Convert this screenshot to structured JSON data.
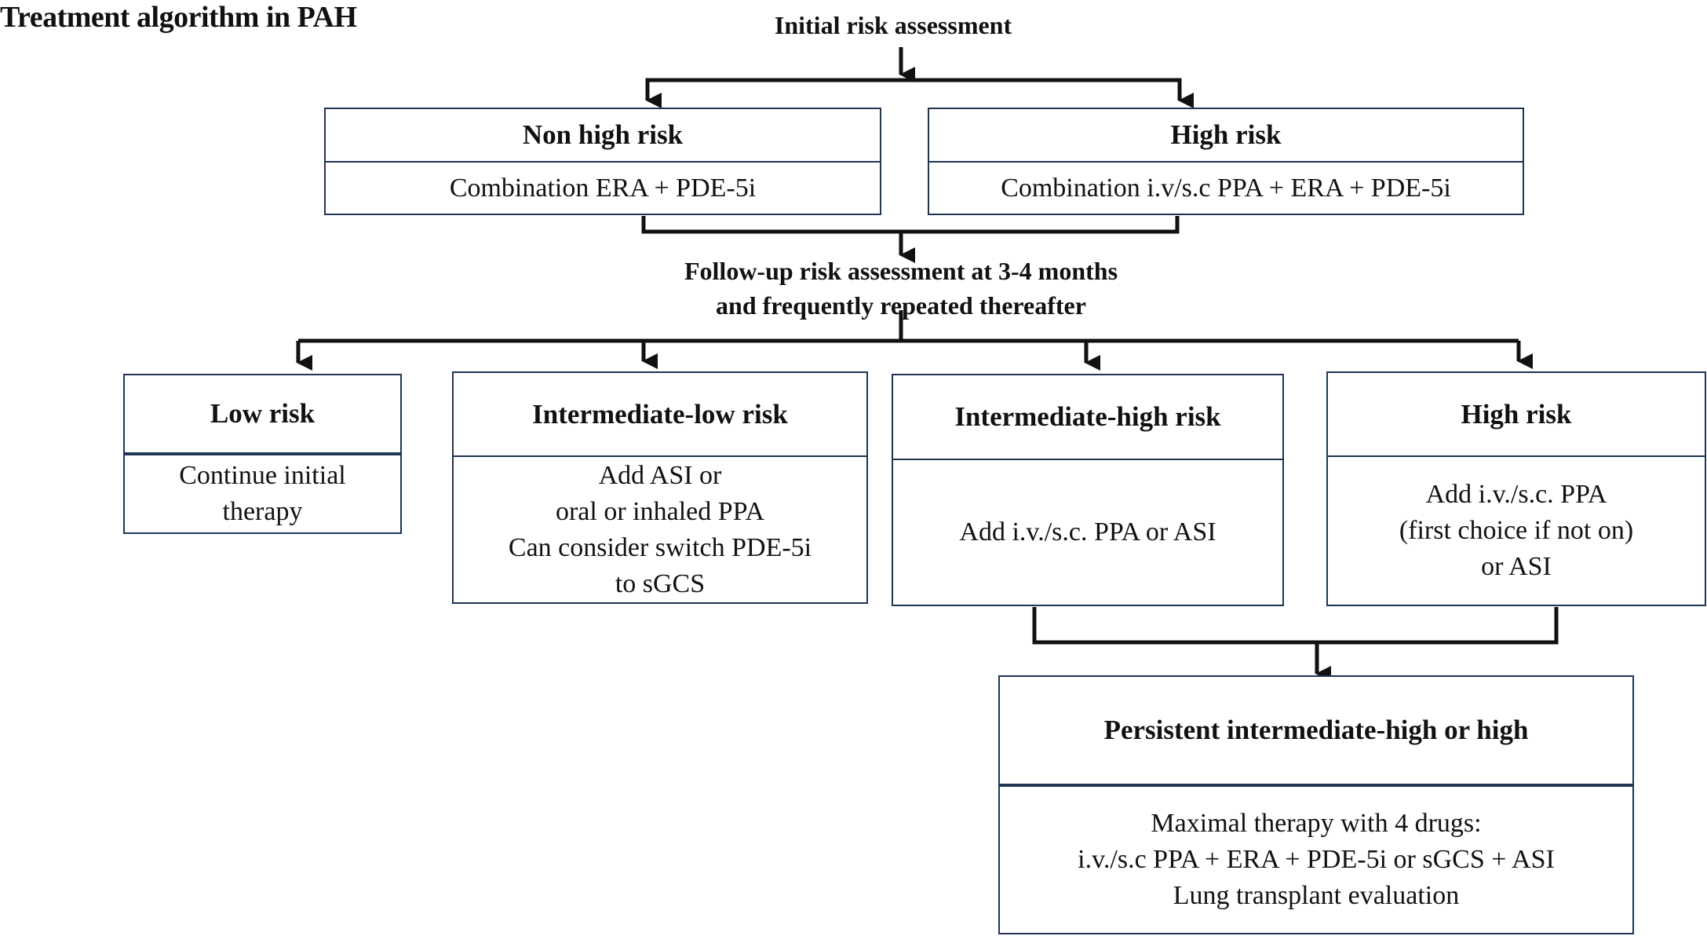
{
  "title": "Treatment algorithm in PAH",
  "initial": "Initial risk assessment",
  "first_line": {
    "non_high": {
      "title": "Non high risk",
      "text": "Combination ERA + PDE-5i"
    },
    "high": {
      "title": "High risk",
      "text": "Combination i.v/s.c PPA + ERA + PDE-5i"
    }
  },
  "followup": [
    "Follow-up risk assessment at 3-4 months",
    "and frequently repeated thereafter"
  ],
  "second_line": {
    "low": {
      "title": "Low risk",
      "lines": [
        "Continue initial",
        "therapy"
      ]
    },
    "int_low": {
      "title": "Intermediate-low risk",
      "lines": [
        "Add ASI or",
        "oral or inhaled PPA",
        "Can consider switch PDE-5i",
        "to sGCS"
      ]
    },
    "int_high": {
      "title": "Intermediate-high risk",
      "lines": [
        "Add i.v./s.c. PPA or ASI"
      ]
    },
    "high": {
      "title": "High risk",
      "lines": [
        "Add i.v./s.c. PPA",
        "(first choice if not on)",
        "or ASI"
      ]
    }
  },
  "persistent": {
    "title": "Persistent intermediate-high or high",
    "lines": [
      "Maximal therapy with 4 drugs:",
      "i.v./s.c PPA + ERA + PDE-5i or sGCS + ASI",
      "Lung transplant evaluation"
    ]
  },
  "colors": {
    "box_border": "#1f3554",
    "connector": "#111111"
  }
}
